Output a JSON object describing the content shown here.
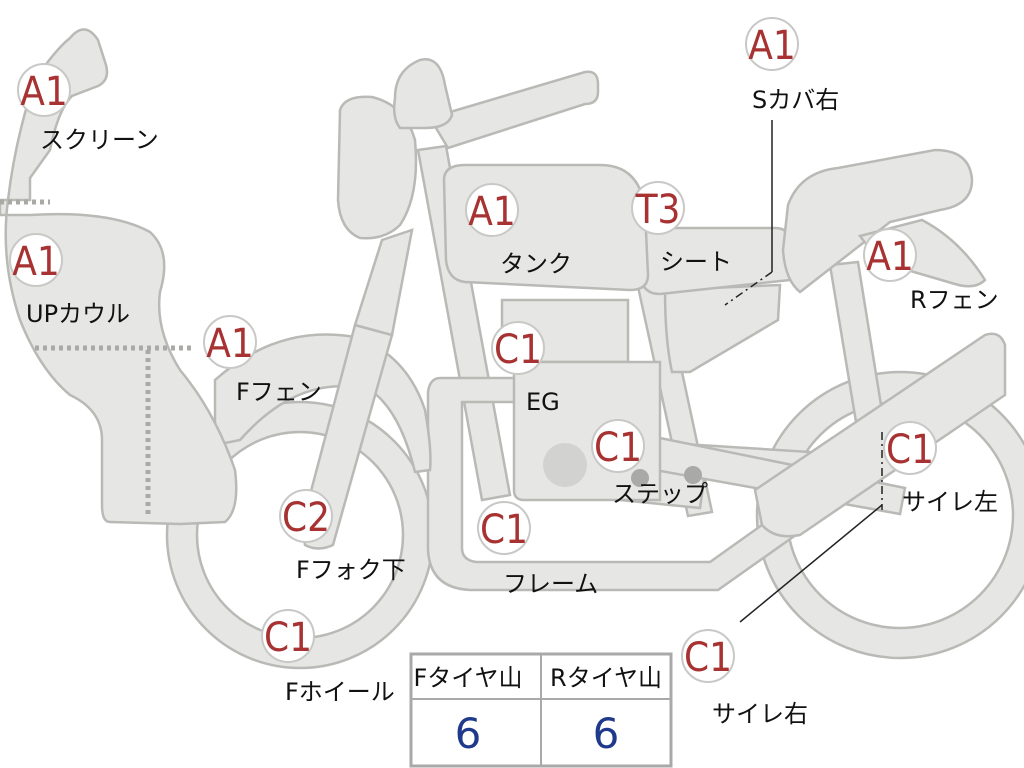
{
  "parts": [
    {
      "id": "screen",
      "code": "A1",
      "label": "スクリーン"
    },
    {
      "id": "upcowl",
      "code": "A1",
      "label": "UPカウル"
    },
    {
      "id": "ffender",
      "code": "A1",
      "label": "Fフェン"
    },
    {
      "id": "ffork",
      "code": "C2",
      "label": "Fフォク下"
    },
    {
      "id": "fwheel",
      "code": "C1",
      "label": "Fホイール"
    },
    {
      "id": "tank",
      "code": "A1",
      "label": "タンク"
    },
    {
      "id": "seat",
      "code": "T3",
      "label": "シート"
    },
    {
      "id": "scover",
      "code": "A1",
      "label": "Sカバ右"
    },
    {
      "id": "rfender",
      "code": "A1",
      "label": "Rフェン"
    },
    {
      "id": "engine",
      "code": "C1",
      "label": "EG"
    },
    {
      "id": "step",
      "code": "C1",
      "label": "ステップ"
    },
    {
      "id": "frame",
      "code": "C1",
      "label": "フレーム"
    },
    {
      "id": "mufflerL",
      "code": "C1",
      "label": "サイレ左"
    },
    {
      "id": "mufflerR",
      "code": "C1",
      "label": "サイレ右"
    }
  ],
  "tire_table": {
    "front_header": "Fタイヤ山",
    "rear_header": "Rタイヤ山",
    "front_value": "6",
    "rear_value": "6"
  }
}
